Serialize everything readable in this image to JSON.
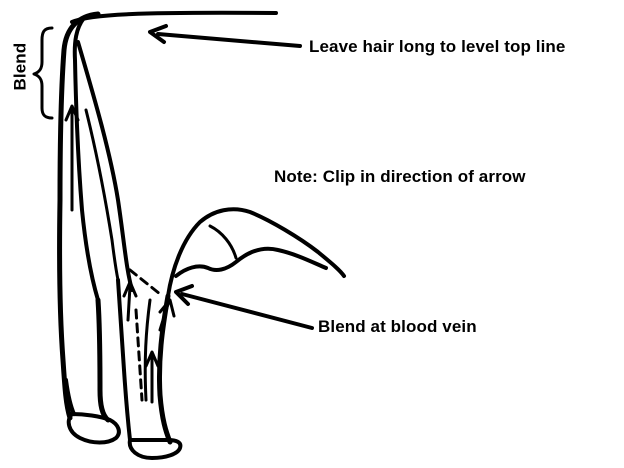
{
  "labels": {
    "top_line": "Leave hair long to level top line",
    "note": "Note:  Clip in direction of arrow",
    "blood_vein": "Blend at blood vein",
    "blend_side": "Blend"
  }
}
